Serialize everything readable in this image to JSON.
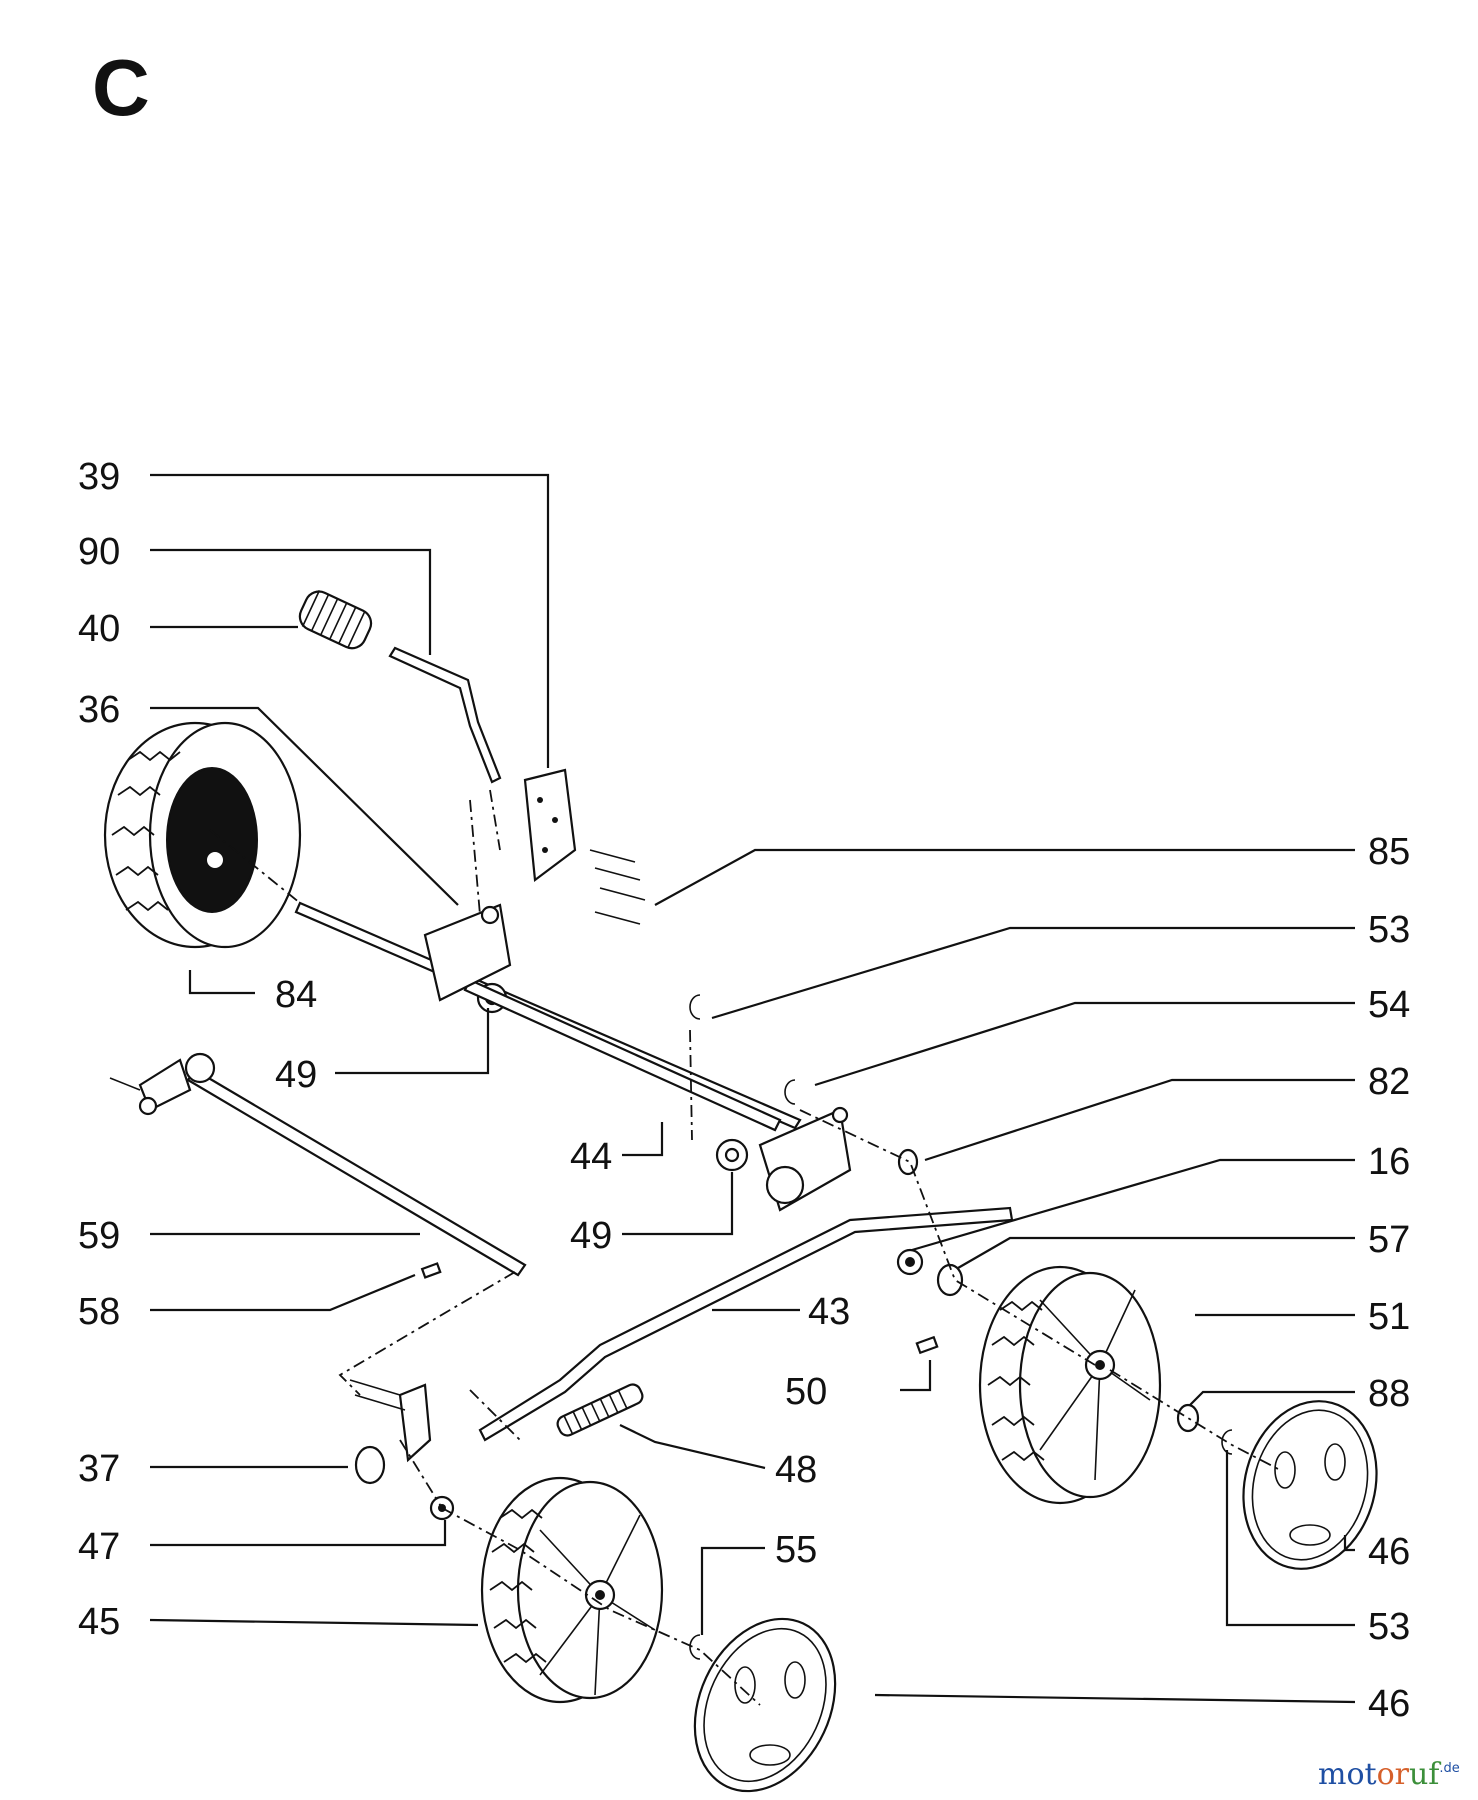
{
  "section": "C",
  "callouts": {
    "c39": "39",
    "c90": "90",
    "c40": "40",
    "c36": "36",
    "c84": "84",
    "c49a": "49",
    "c44": "44",
    "c49b": "49",
    "c59": "59",
    "c58": "58",
    "c37": "37",
    "c47": "47",
    "c45": "45",
    "c85": "85",
    "c53a": "53",
    "c54": "54",
    "c82": "82",
    "c16": "16",
    "c57": "57",
    "c51": "51",
    "c43": "43",
    "c50": "50",
    "c88": "88",
    "c48": "48",
    "c55": "55",
    "c46a": "46",
    "c53b": "53",
    "c46b": "46"
  },
  "watermark": {
    "part1": "mot",
    "part2": "or",
    "part3": "uf",
    "suffix": ".de"
  }
}
